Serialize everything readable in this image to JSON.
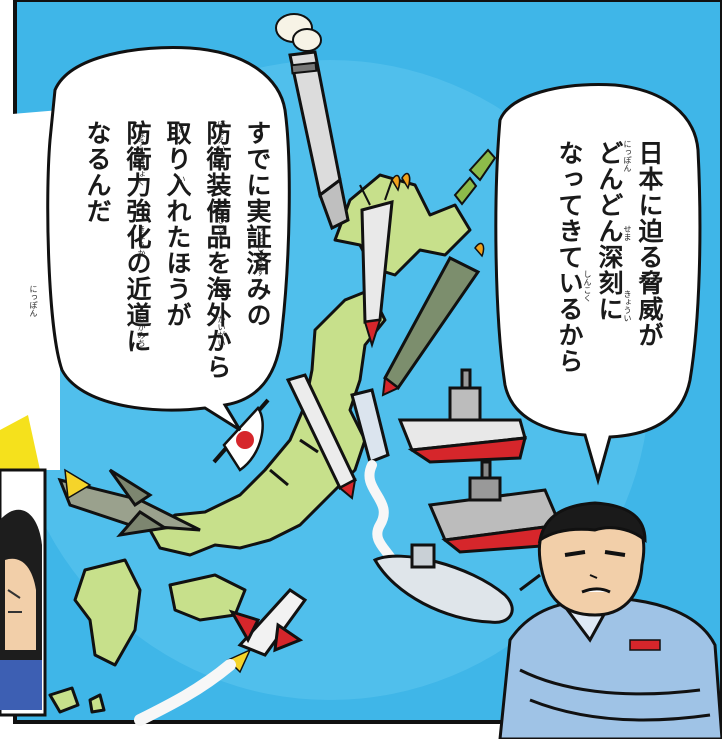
{
  "colors": {
    "sky": "#3fb6e8",
    "land": "#c7e08b",
    "outline": "#111111",
    "bubble": "#ffffff",
    "flag_red": "#d6262b",
    "uniform": "#9fc3e6"
  },
  "left_bubble": {
    "lines": [
      "すでに実証済みの",
      "防衛装備品を海外から",
      "取り入れたほうが",
      "防衛力強化の近道に",
      "なるんだ"
    ],
    "furigana": {
      "jisshouzumi": "じっしょうず",
      "bouei": "ぼうえい",
      "soubihin": "そうびひん",
      "kaigai": "かいがい",
      "to": "と",
      "i": "い",
      "boueiryoku": "ぼうえいりょく",
      "kyouka": "きょうか",
      "chikamichi": "ちかみち"
    }
  },
  "right_bubble": {
    "lines": [
      "日本に迫る脅威が",
      "どんどん深刻に",
      "なってきているから"
    ],
    "furigana": {
      "nippon": "にっぽん",
      "sema": "せま",
      "kyoui": "きょうい",
      "shinkoku": "しんこく"
    }
  },
  "left_panel_fragment": {
    "furigana": "にっぽん"
  },
  "icons": [
    "japan-map",
    "missile-icon",
    "jet-fighter-icon",
    "warship-icon",
    "submarine-icon",
    "japan-flag-icon",
    "officer-character",
    "girl-character"
  ]
}
